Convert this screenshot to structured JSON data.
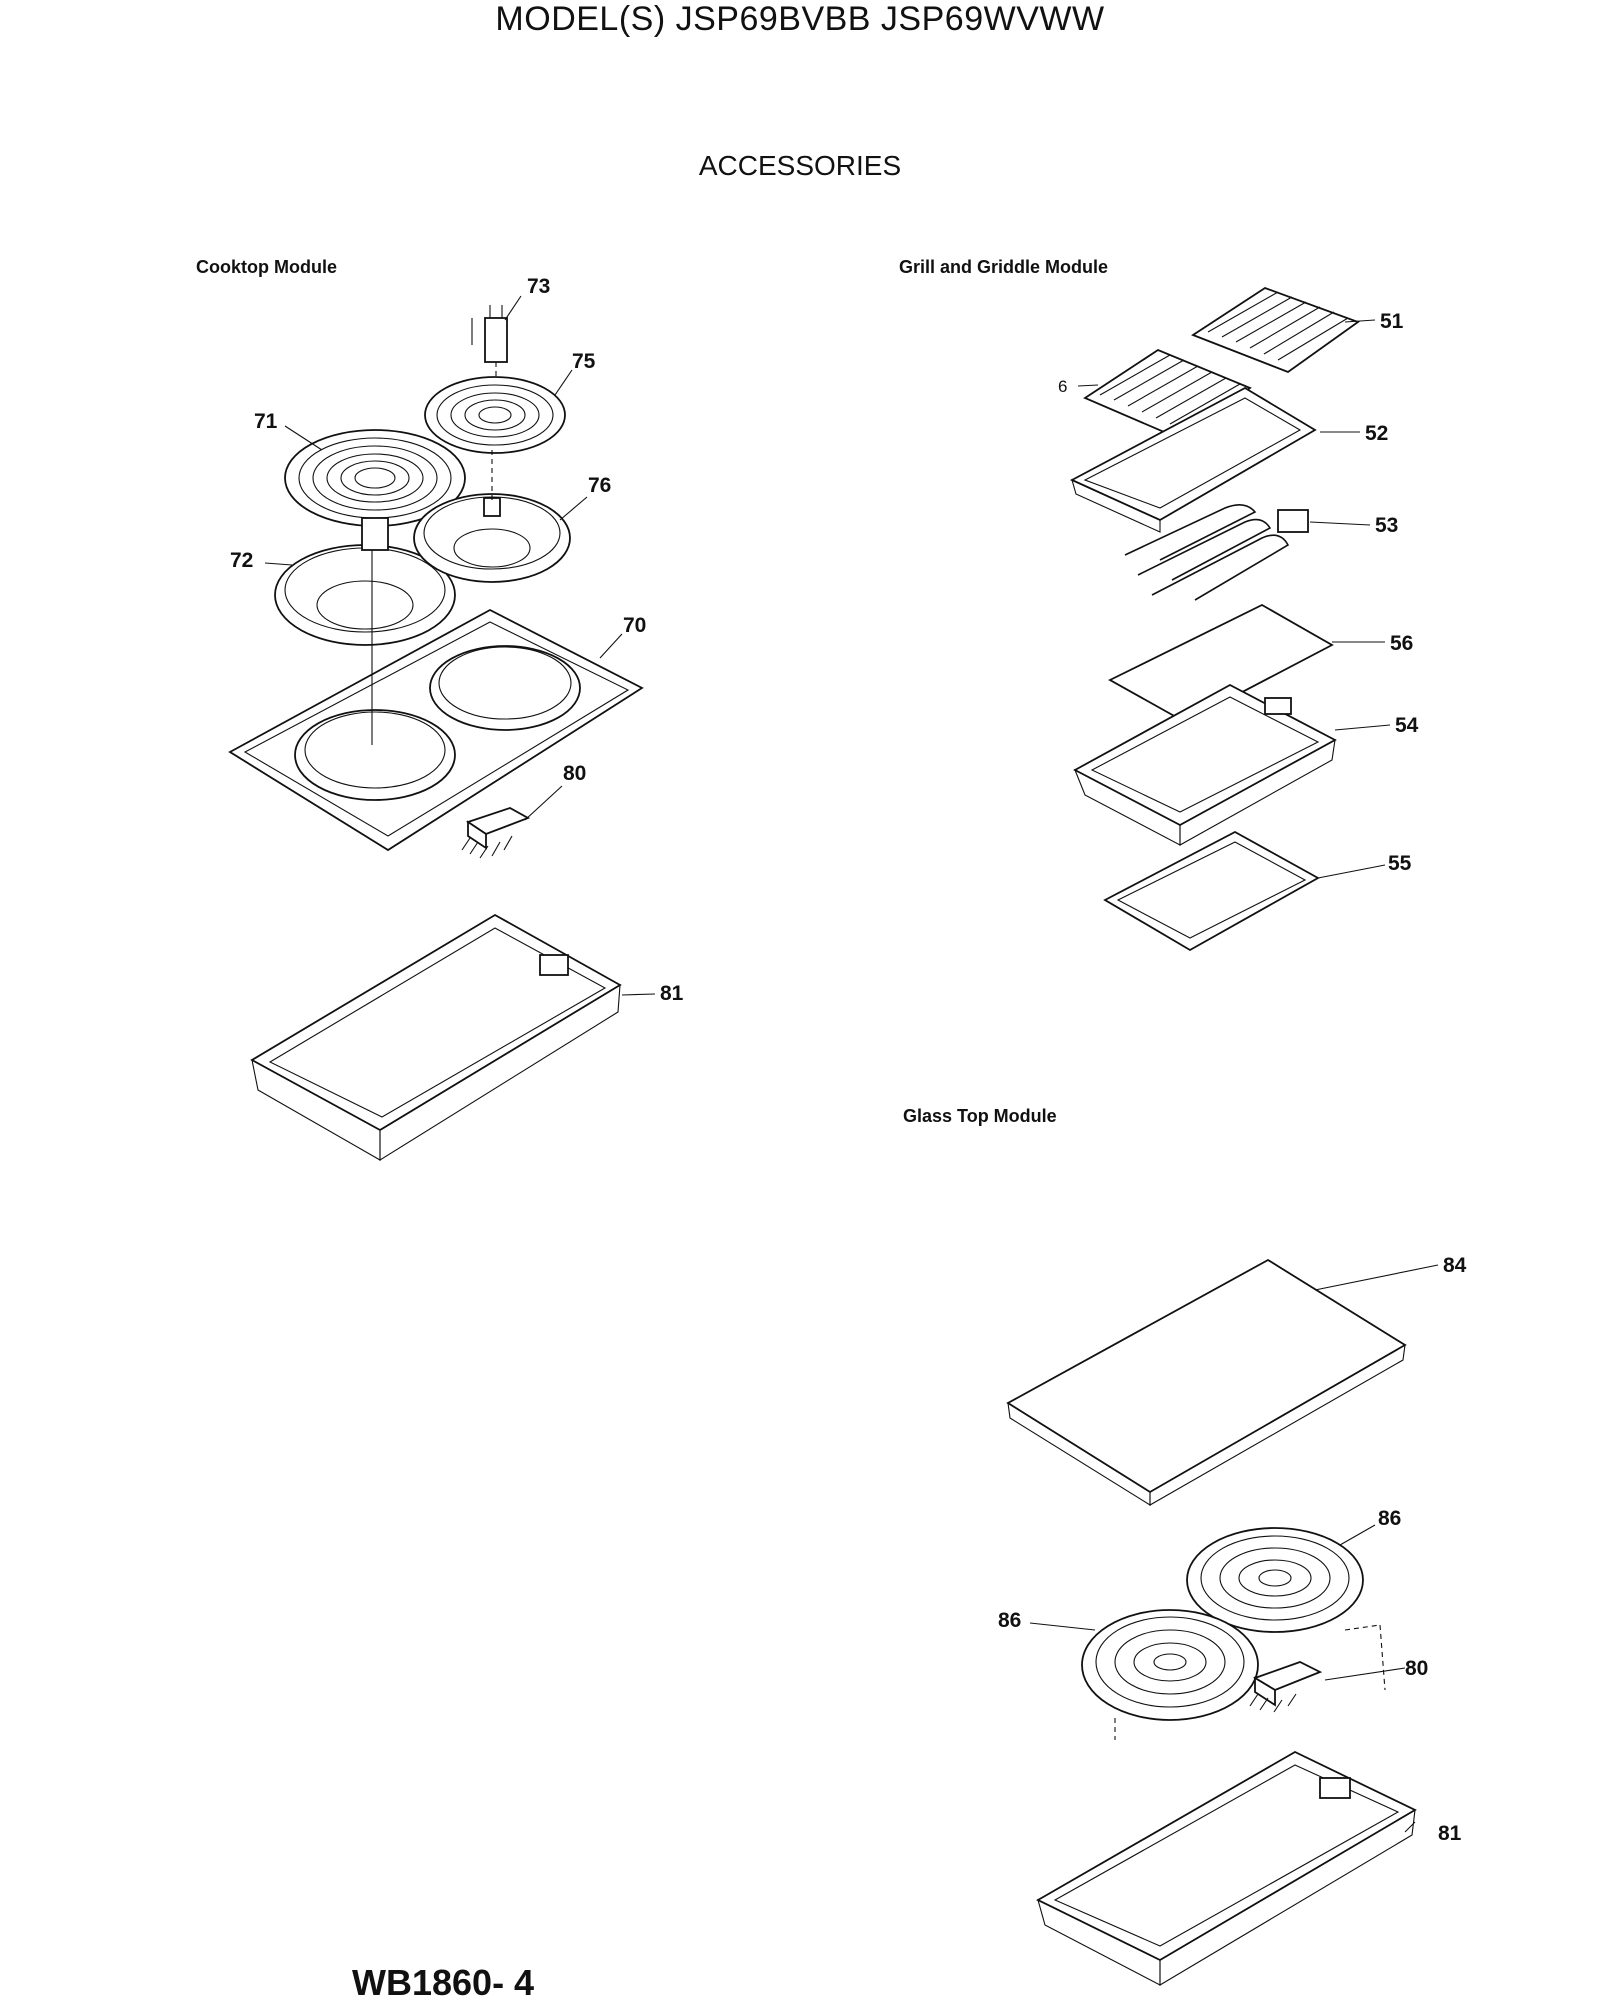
{
  "header": {
    "model_line": "MODEL(S) JSP69BVBB  JSP69WVWW",
    "section_title": "ACCESSORIES"
  },
  "sections": {
    "cooktop": "Cooktop Module",
    "grill": "Grill and Griddle Module",
    "glass": "Glass Top Module"
  },
  "parts": {
    "p73": "73",
    "p75": "75",
    "p71": "71",
    "p76": "76",
    "p72": "72",
    "p70": "70",
    "p80a": "80",
    "p81a": "81",
    "p51": "51",
    "p6": "6",
    "p52": "52",
    "p53": "53",
    "p56": "56",
    "p54": "54",
    "p55": "55",
    "p84": "84",
    "p86a": "86",
    "p86b": "86",
    "p80b": "80",
    "p81b": "81"
  },
  "footer": {
    "doc_id": "WB1860- 4"
  }
}
